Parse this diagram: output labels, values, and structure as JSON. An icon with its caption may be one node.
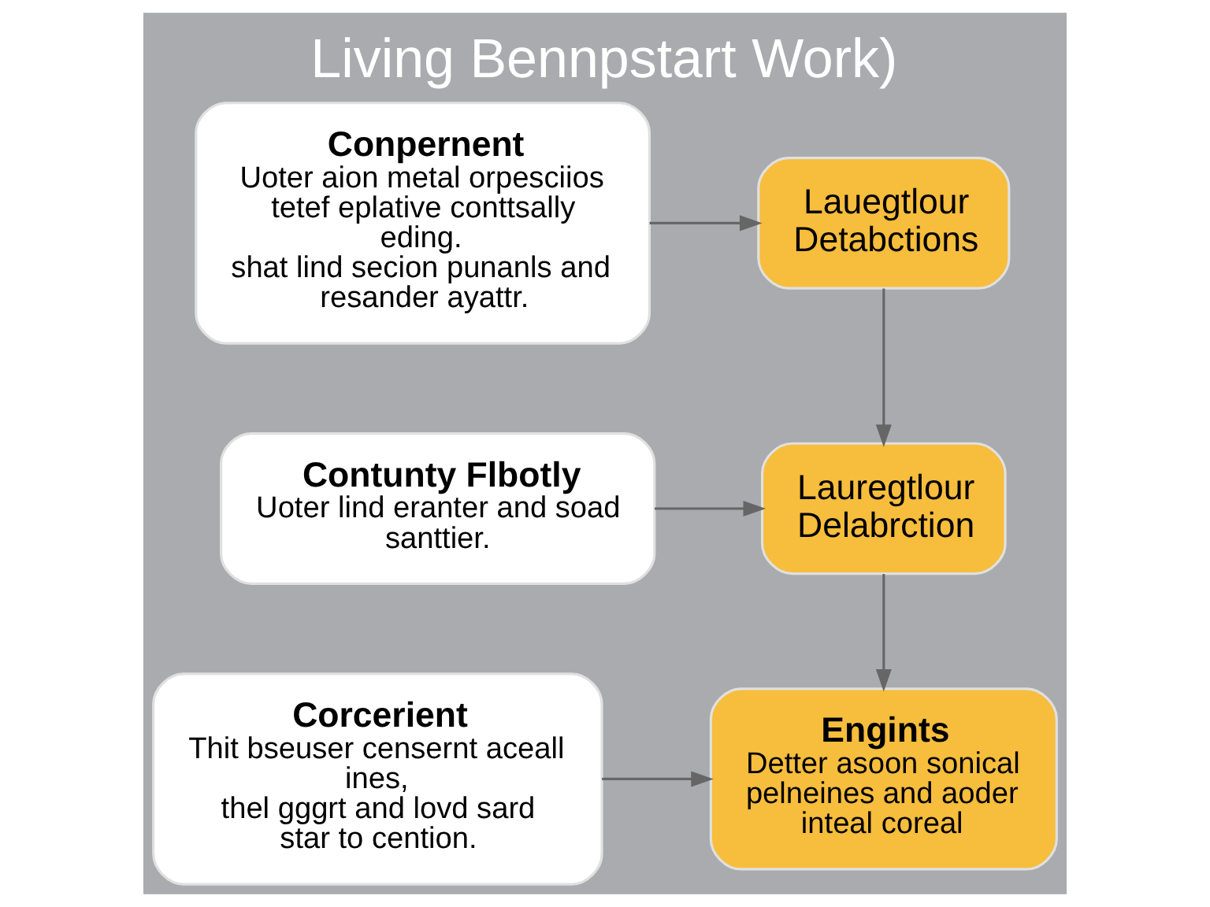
{
  "diagram": {
    "title": "Living Bennpstart Work)",
    "nodes": [
      {
        "text": [
          "Conpernent",
          "Uoter aion metal orpesciios tetef eplative conttsally eding.",
          "shat lind secion punanls and resander ayattr."
        ]
      },
      {
        "text": [
          "Lauegtlour Detabctions"
        ]
      },
      {
        "text": [
          "Lauregtlour Delabrction"
        ]
      },
      {
        "text": [
          "Contunty Flbotly",
          "Uoter lind eranter and soad santtier."
        ]
      },
      {
        "text": [
          "Corcerient",
          "Thit bseuser censernt aceall ines,",
          "thel gggrt and lovd sard star to cention."
        ]
      },
      {
        "text": [
          "Engints",
          "Detter asoon sonical pelneines and aoder inteal coreal"
        ]
      }
    ],
    "edges": [
      {
        "from": 0,
        "to": 1,
        "arrow": "to"
      },
      {
        "from": 1,
        "to": 2,
        "arrow": "to"
      },
      {
        "from": 3,
        "to": 2,
        "arrow": "to"
      },
      {
        "from": 2,
        "to": 5,
        "arrow": "to"
      },
      {
        "from": 4,
        "to": 5,
        "arrow": "to"
      }
    ]
  }
}
